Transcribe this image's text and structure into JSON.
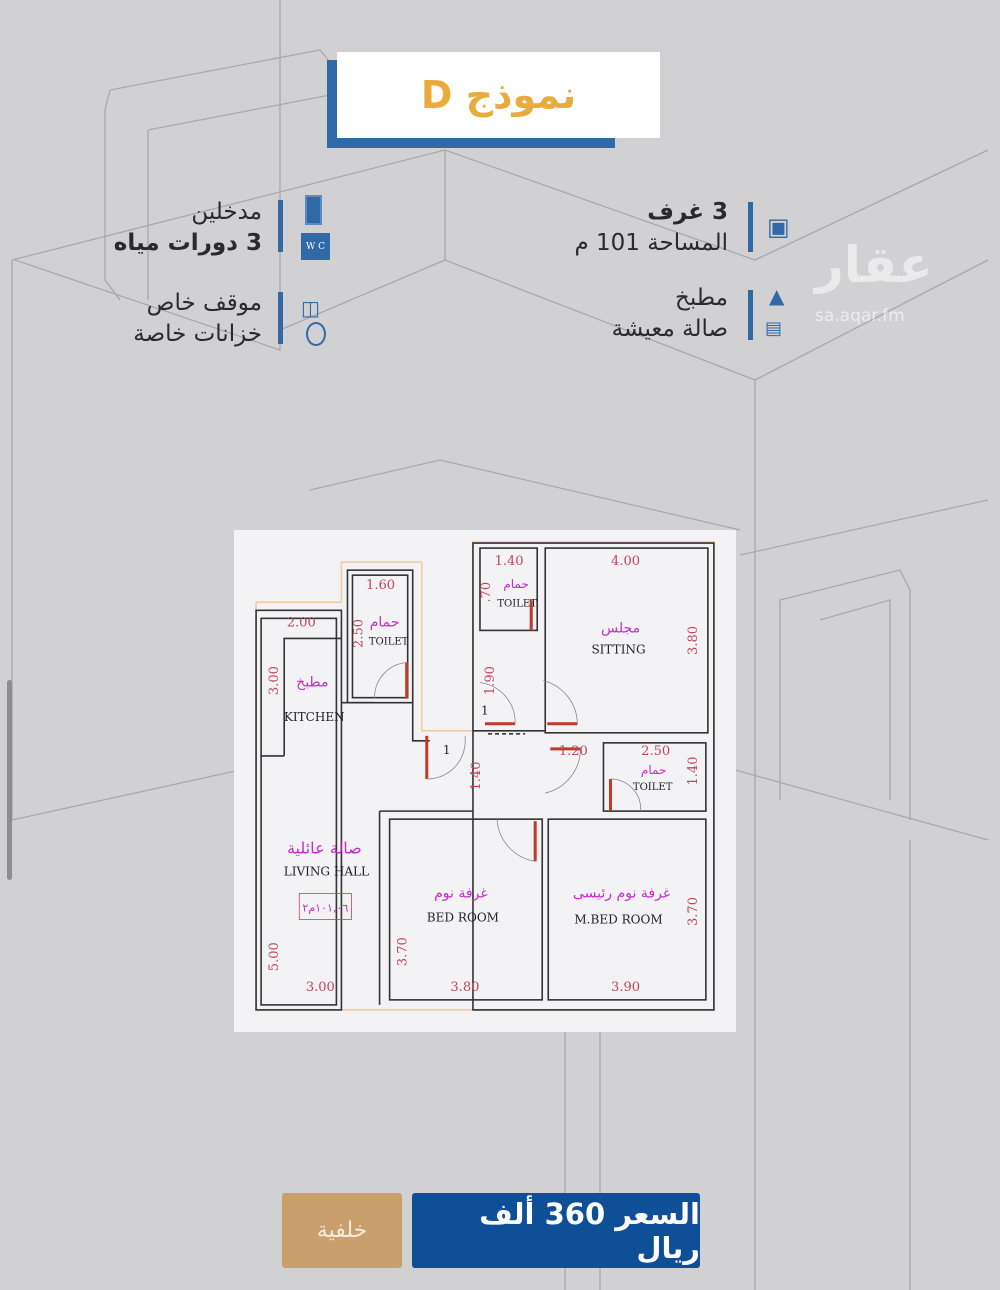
{
  "title": "نموذج D",
  "features": {
    "rooms": "3 غرف",
    "area": "المساحة 101 م",
    "kitchen": "مطبخ",
    "living": "صالة معيشة",
    "entrances": "مدخلين",
    "bathrooms": "3 دورات مياه",
    "parking": "موقف خاص",
    "tanks": "خزانات خاصة",
    "wc_icon_text": "W C"
  },
  "icons": [
    "bed-icon",
    "kitchen-icon",
    "sofa-icon",
    "door-icon",
    "wc-icon",
    "car-icon",
    "water-tank-icon"
  ],
  "watermark": {
    "logo": "عقار",
    "site": "sa.aqar.fm"
  },
  "floor_plan": {
    "rooms": [
      {
        "ar": "مطبخ",
        "en": "KITCHEN"
      },
      {
        "ar": "حمام",
        "en": "TOILET"
      },
      {
        "ar": "حمام",
        "en": "TOILET"
      },
      {
        "ar": "مجلس",
        "en": "SITTING"
      },
      {
        "ar": "حمام",
        "en": "TOILET"
      },
      {
        "ar": "صالة عائلية",
        "en": "LIVING  HALL"
      },
      {
        "ar": "غرفة نوم",
        "en": "BED  ROOM"
      },
      {
        "ar": "غرفة نوم رئيسى",
        "en": "M.BED  ROOM"
      }
    ],
    "area_label": "١٠١,٠٦م٢",
    "door_labels": [
      "1",
      "1"
    ],
    "dimensions": [
      "2.00",
      "1.60",
      "1.40",
      "4.00",
      "3.00",
      "2.50",
      "3.80",
      ".70",
      "1.90",
      "1.40",
      "1.20",
      "2.50",
      "1.40",
      "5.00",
      "3.70",
      "3.70",
      "3.00",
      "3.80",
      "3.90"
    ]
  },
  "buttons": {
    "background": "خلفية",
    "price": "السعر 360 ألف ريال"
  },
  "colors": {
    "accent": "#2f6aa6",
    "title": "#e9ac3c",
    "price_button": "#0e4f98",
    "background_button": "#c9a06b"
  }
}
